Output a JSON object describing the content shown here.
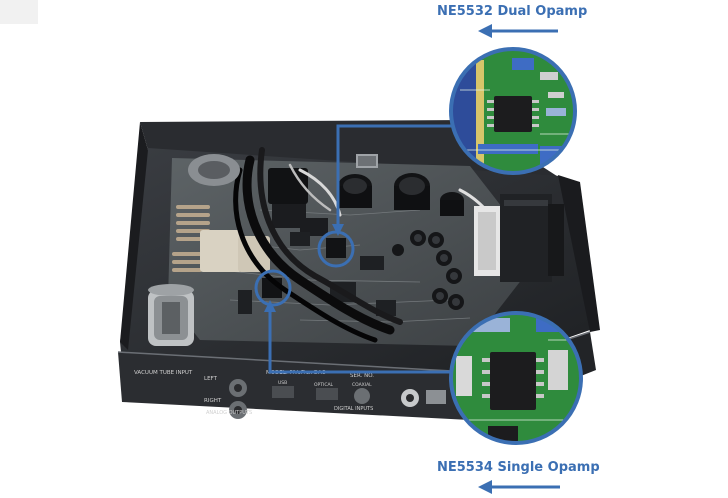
{
  "captions": {
    "top": "NE5532 Dual Opamp",
    "bottom": "NE5534 Single Opamp"
  },
  "colors": {
    "accent_blue": "#3b6fb3",
    "chassis": "#2d2f33",
    "pcb_green": "#2a8a3c",
    "background": "#ffffff"
  },
  "icons": {
    "top_arrow": "arrow-left-icon",
    "bottom_arrow": "arrow-left-icon"
  },
  "device_labels": {
    "vacuum": "VACUUM TUBE INPUT",
    "left": "LEFT",
    "right": "RIGHT",
    "analog": "ANALOG OUTPUTS",
    "model": "MODEL: PiVoFlex DAC",
    "serial": "SER. NO.",
    "usb": "USB",
    "optical": "OPTICAL",
    "coaxial": "COAXIAL",
    "digital": "DIGITAL INPUTS"
  }
}
